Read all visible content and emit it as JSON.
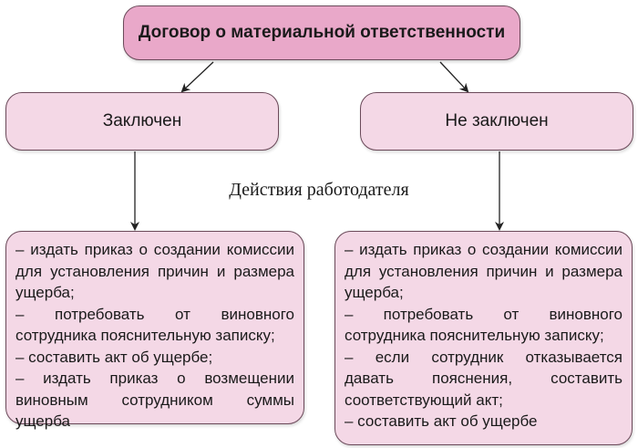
{
  "diagram": {
    "title": "Договор о материальной ответственности",
    "branches": {
      "left": "Заключен",
      "right": "Не заключен"
    },
    "caption": "Действия работодателя",
    "left_actions": [
      "– издать приказ о создании комиссии для установления причин и размера ущерба;",
      "– потребовать от виновного сотрудника пояснительную записку;",
      "– составить акт об ущербе;",
      "– издать приказ о возмещении виновным сотрудником суммы ущерба"
    ],
    "right_actions": [
      "– издать приказ о создании комиссии для установления причин и размера ущерба;",
      "– потребовать от виновного сотрудника пояснительную записку;",
      "– если сотрудник отказывается давать пояснения, составить соответствующий акт;",
      "– составить акт об ущербе"
    ],
    "colors": {
      "title_fill": "#e9a8c9",
      "box_fill": "#f4d8e6",
      "border": "#6b4a5a",
      "arrow": "#222222"
    }
  }
}
